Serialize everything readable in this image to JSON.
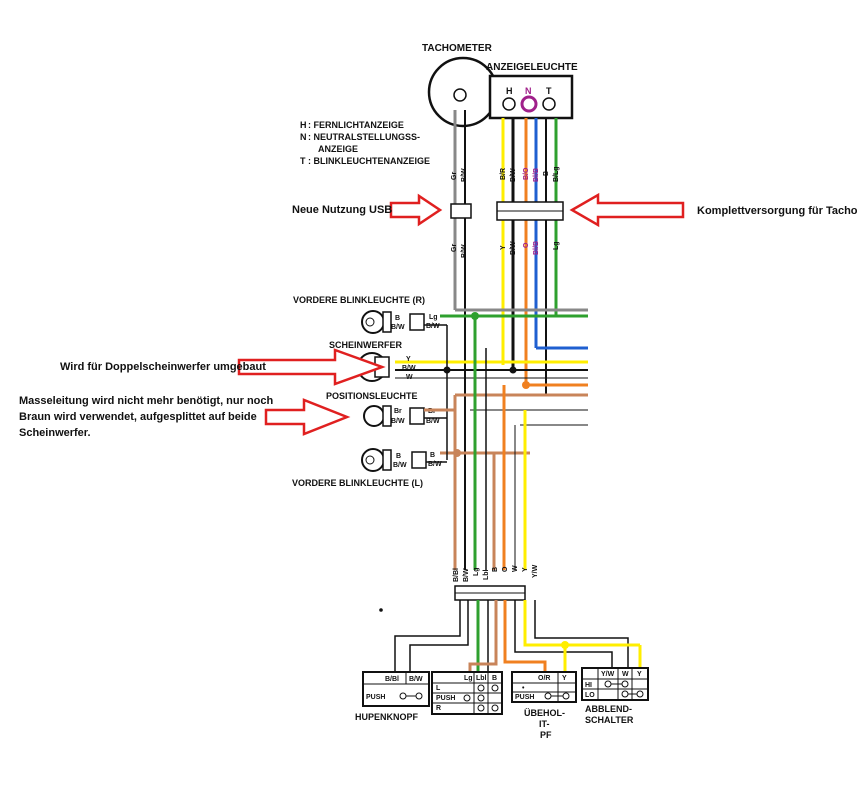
{
  "components": {
    "tachometer": "TACHOMETER",
    "indicator_lights": "ANZEIGELEUCHTE",
    "indicator_letters": [
      "H",
      "N",
      "T"
    ],
    "turn_signal_front_right": "VORDERE BLINKLEUCHTE (R)",
    "headlight": "SCHEINWERFER",
    "position_light": "POSITIONSLEUCHTE",
    "turn_signal_front_left": "VORDERE BLINKLEUCHTE (L)",
    "horn_button": "HUPENKNOPF",
    "override_label": "ÜBEHOL-",
    "override_label_2": "IT-",
    "override_label_3": "PF",
    "dimmer_switch": "ABBLEND-",
    "dimmer_switch_2": "SCHALTER"
  },
  "legend": [
    {
      "key": "H",
      "text": ": FERNLICHTANZEIGE"
    },
    {
      "key": "N",
      "text": ": NEUTRALSTELLUNGSS-"
    },
    {
      "key": "",
      "text": "ANZEIGE"
    },
    {
      "key": "T",
      "text": ": BLINKLEUCHTENANZEIGE"
    }
  ],
  "annotations": {
    "usb": "Neue Nutzung USB",
    "tacho_supply": "Komplettversorgung für Tacho",
    "dual_headlight": "Wird für Doppelscheinwerfer umgebaut",
    "ground_line_1": "Masseleitung wird nicht mehr benötigt, nur noch",
    "ground_line_2": "Braun wird verwendet, aufgesplittet auf beide",
    "ground_line_3": "Scheinwerfer."
  },
  "wire_labels": {
    "tacho": [
      "Gr",
      "B/W"
    ],
    "indicator_top": [
      "B/R",
      "B/W",
      "B/O",
      "Bl/B",
      "B",
      "B/Lg"
    ],
    "indicator_bottom": [
      "Y",
      "B/W",
      "O",
      "Bl/B",
      "Lg"
    ],
    "tacho_bottom": [
      "Gr",
      "B/W"
    ],
    "turn_r": [
      "B",
      "B/W",
      "Lg",
      "B/W"
    ],
    "headlight": [
      "Y",
      "B/W",
      "W"
    ],
    "position": [
      "Br",
      "B/W",
      "Br",
      "B/W"
    ],
    "turn_l": [
      "B",
      "B/W",
      "B",
      "B/W"
    ],
    "harness_bottom": [
      "B/Bl",
      "B/W",
      "Lg",
      "Lbl",
      "B",
      "O",
      "W",
      "Y",
      "Y/W"
    ]
  },
  "switches": {
    "horn": {
      "headers": [
        "B/Bl",
        "B/W"
      ],
      "rows": [
        "PUSH"
      ]
    },
    "turn": {
      "headers": [
        "Lg",
        "Lbl",
        "B"
      ],
      "rows": [
        "L",
        "PUSH",
        "R"
      ]
    },
    "override": {
      "headers": [
        "O/R",
        "Y"
      ],
      "rows": [
        "•",
        "PUSH"
      ]
    },
    "dimmer": {
      "headers": [
        "Y/W",
        "W",
        "Y"
      ],
      "rows": [
        "HI",
        "LO"
      ]
    }
  },
  "colors": {
    "arrow": "#e02020",
    "yellow": "#ffee00",
    "green": "#2ea02e",
    "orange": "#f08020",
    "brown": "#c8845a",
    "blue": "#1f5fd0",
    "gray": "#888888",
    "magenta": "#a0208a"
  }
}
